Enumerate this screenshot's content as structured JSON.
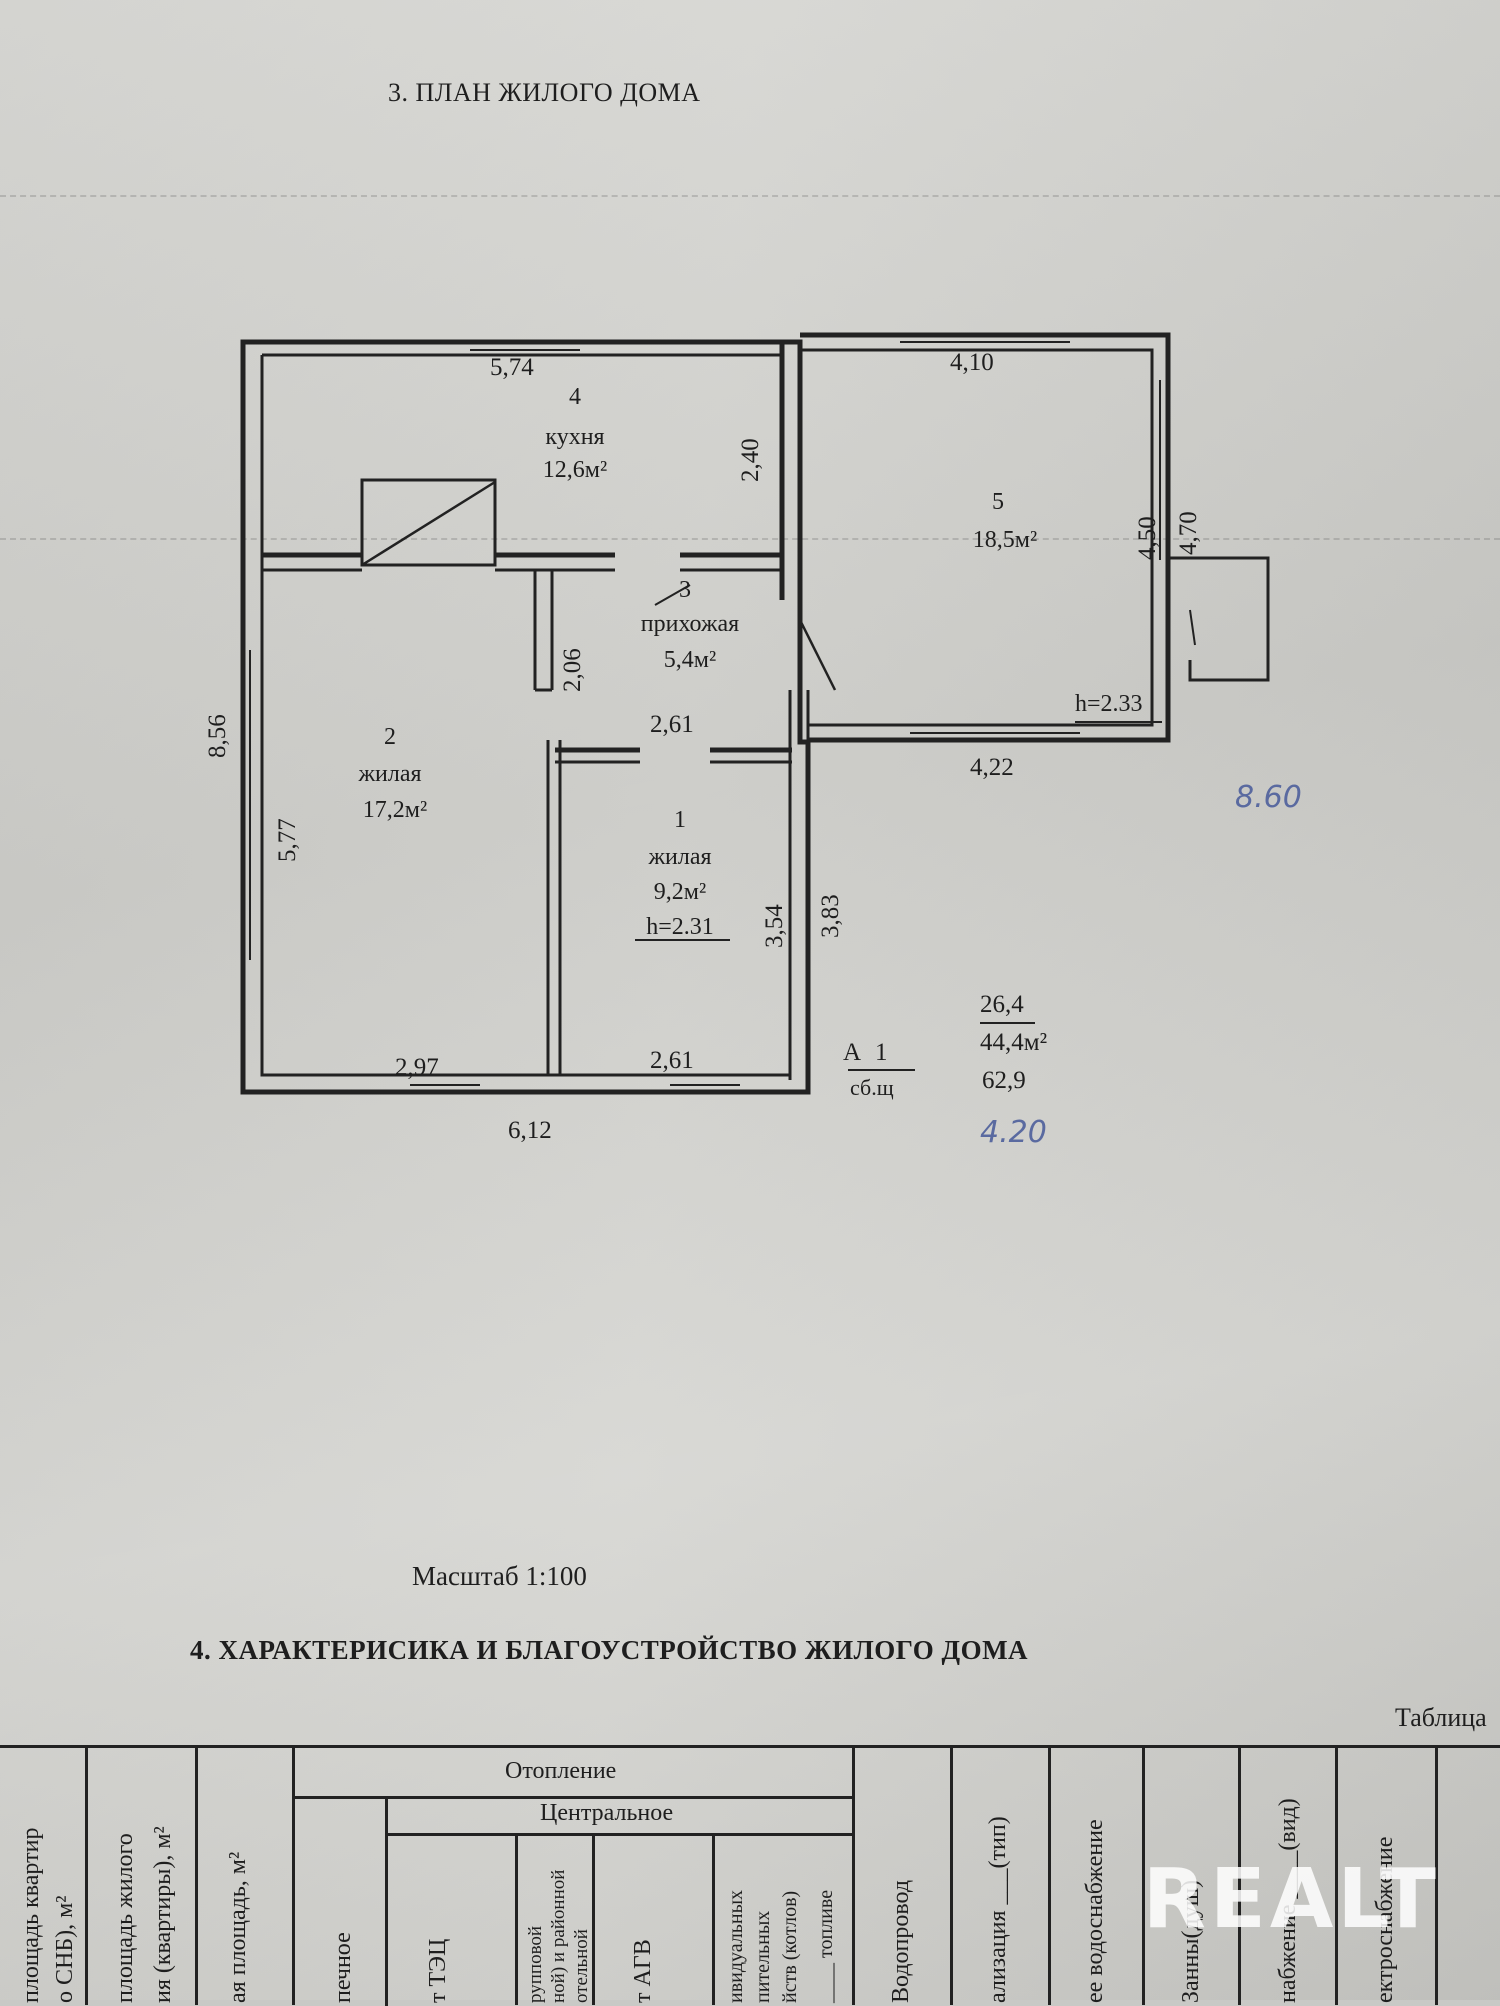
{
  "plan_heading": "3. ПЛАН ЖИЛОГО ДОМА",
  "rooms": [
    {
      "number": "1",
      "name": "жилая",
      "area": "9,2м²",
      "height": "h=2.31"
    },
    {
      "number": "2",
      "name": "жилая",
      "area": "17,2м²"
    },
    {
      "number": "3",
      "name": "прихожая",
      "area": "5,4м²"
    },
    {
      "number": "4",
      "name": "кухня",
      "area": "12,6м²"
    },
    {
      "number": "5",
      "area": "18,5м²",
      "height": "h=2.33"
    }
  ],
  "dimensions": {
    "top_left": "5,74",
    "top_right": "4,10",
    "kitchen_side": "2,40",
    "annex_inner": "4,50",
    "annex_outer": "4,70",
    "overall_height": "8,56",
    "room2_height": "5,77",
    "hall_width": "2,06",
    "room1_top": "2,61",
    "annex_bottom": "4,22",
    "room1_side": "3,54",
    "outer_side": "3,83",
    "bottom_left": "2,97",
    "bottom_mid": "2,61",
    "overall_width": "6,12"
  },
  "legend": {
    "marker": "А",
    "marker_number": "1",
    "marker_label": "сб.щ",
    "living_area": "26,4",
    "total_area": "44,4м²",
    "area_gross": "62,9"
  },
  "handwritten": {
    "right_note": "8.60",
    "bottom_note": "4.20"
  },
  "scale": "Масштаб 1:100",
  "section_heading": "4. ХАРАКТЕРИСИКА И БЛАГОУСТРОЙСТВО ЖИЛОГО ДОМА",
  "table_label": "Таблица",
  "table": {
    "heating": "Отопление",
    "central": "Центральное",
    "col_apartments_area_1": "площадь квартир",
    "col_apartments_area_2": "о СНБ), м²",
    "col_house_area_1": "площадь жилого",
    "col_house_area_2": "ия (квартиры), м²",
    "col_living_area": "ая площадь, м²",
    "col_stove": "печное",
    "col_tec": "т ТЭЦ",
    "col_group_1": "рупповой",
    "col_group_2": "ной) и районной",
    "col_group_3": "отельной",
    "col_agv": "т АГВ",
    "col_individual_1": "ивидуальных",
    "col_individual_2": "пительных",
    "col_individual_3": "йств (котлов)",
    "col_fuel": "____ топливе",
    "col_water": "Водопровод",
    "col_sewer": "ализация ___(тип)",
    "col_hot_water": "ее водоснабжение",
    "col_bath": "Занны(душ)",
    "col_gas": "набжение ____(вид)",
    "col_electric": "ектроснабжение"
  },
  "watermark": "REALT"
}
